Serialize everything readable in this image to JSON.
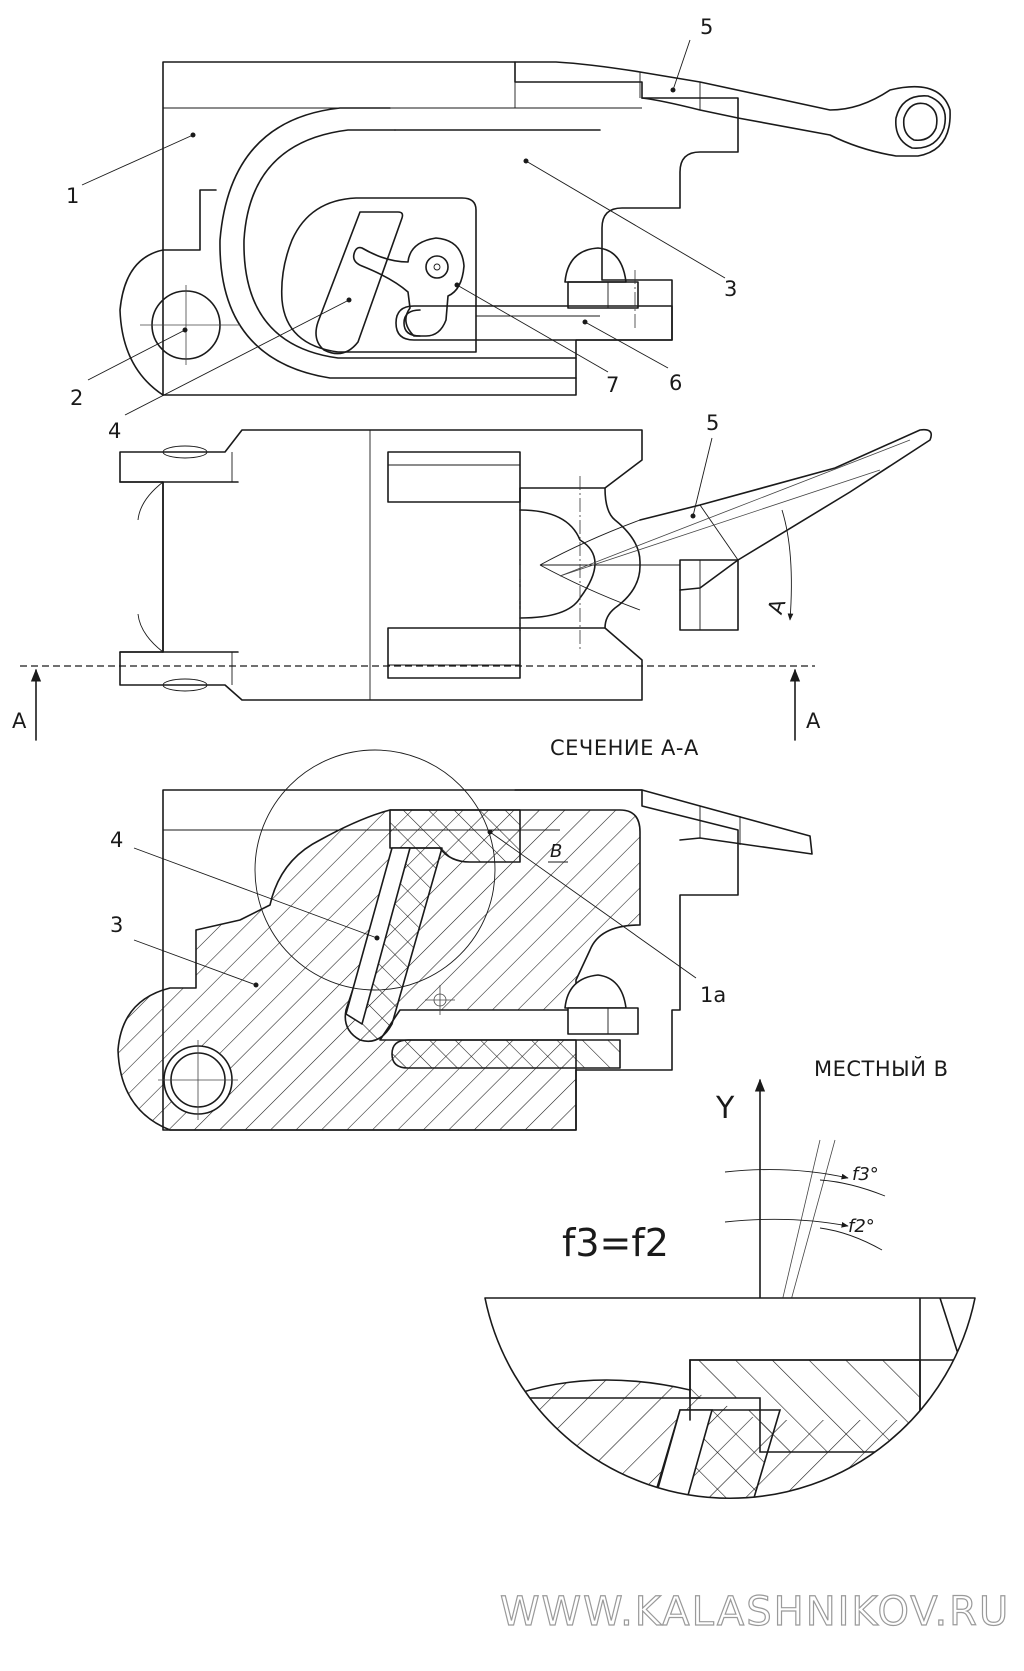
{
  "callouts": {
    "top": [
      "1",
      "2",
      "3",
      "4",
      "5",
      "6",
      "7"
    ],
    "mid": [
      "5"
    ],
    "section": [
      "4",
      "3",
      "1a"
    ]
  },
  "section_marks": {
    "left": "А",
    "right": "А",
    "angle": "А",
    "detail_ref": "B"
  },
  "captions": {
    "section": "СЕЧЕНИЕ А-А",
    "detail": "МЕСТНЫЙ В"
  },
  "detail": {
    "axis": "Y",
    "formula": "f3=f2",
    "angle_f3": "f3°",
    "angle_f2": "f2°"
  },
  "watermark": "WWW.KALASHNIKOV.RU"
}
